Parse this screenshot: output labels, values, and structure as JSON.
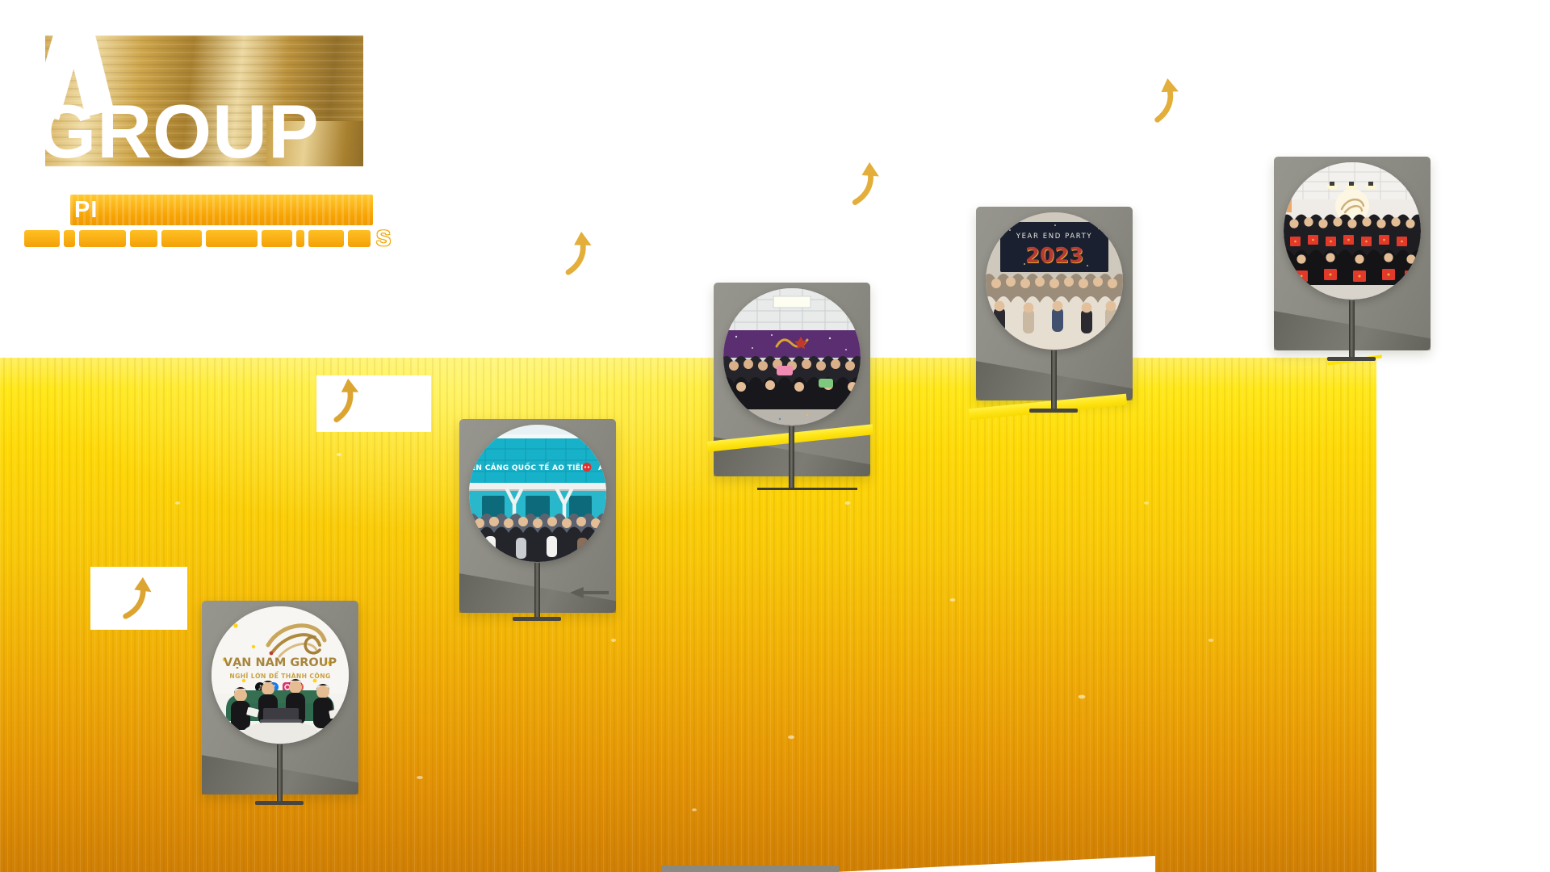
{
  "brand": {
    "group_label": "GROUP",
    "tagline_visible_prefix": "PI",
    "tagline_note": "white text on gold bar, remainder illegible in screenshot",
    "tagline2_visible_suffix": "S",
    "tagline2_note": "gold text line, illegible in screenshot"
  },
  "icons": {
    "tiktok_glyph": "♪",
    "facebook_glyph": "f"
  },
  "timeline": {
    "markers": [
      {
        "name": "step-1",
        "photo": "VAN NAM GROUP logo wall with team working around green sofa and laptop",
        "title": "VẠN NAM GROUP",
        "slogan": "NGHĨ LỚN ĐỂ THÀNH CÔNG"
      },
      {
        "name": "step-2",
        "photo": "group photo in front of teal glass terminal of Ao Tien international port",
        "sign": "ẾN CẢNG QUỐC TẾ AO TIÊN",
        "sign_tail": "A"
      },
      {
        "name": "step-3",
        "photo": "team in black shirts celebrating indoors under purple banner"
      },
      {
        "name": "step-4",
        "photo": "year end party group photo",
        "banner_title": "YEAR END PARTY",
        "banner_year": "2023"
      },
      {
        "name": "step-5",
        "photo": "team in black polos holding red gift boxes in bright office"
      }
    ]
  },
  "colors": {
    "gold_top": "#ffe81a",
    "gold_bottom": "#cf7f04",
    "card_gray": "#8b8a82",
    "ribbon_yellow": "#ffe71d",
    "accent_gold": "#d9a431",
    "banner_purple": "#5b2d71",
    "port_teal": "#17b2c9",
    "giftbox_red": "#e2392b"
  }
}
